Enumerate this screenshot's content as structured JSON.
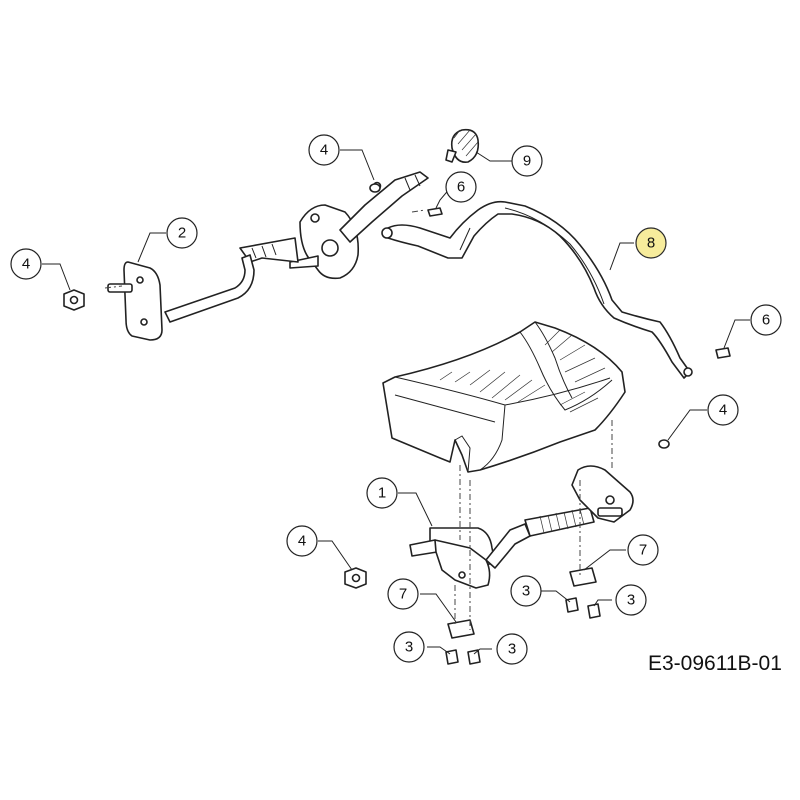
{
  "drawing_code": "E3-09611B-01",
  "colors": {
    "highlight_fill": "#f7ec9c",
    "line": "#222222"
  },
  "callouts": [
    {
      "id": "c4-top",
      "label": "4"
    },
    {
      "id": "c9",
      "label": "9"
    },
    {
      "id": "c6-top",
      "label": "6"
    },
    {
      "id": "c2",
      "label": "2"
    },
    {
      "id": "c4-left",
      "label": "4"
    },
    {
      "id": "c8",
      "label": "8"
    },
    {
      "id": "c6-right",
      "label": "6"
    },
    {
      "id": "c4-right",
      "label": "4"
    },
    {
      "id": "c1",
      "label": "1"
    },
    {
      "id": "c4-lower",
      "label": "4"
    },
    {
      "id": "c7-right",
      "label": "7"
    },
    {
      "id": "c7-left",
      "label": "7"
    },
    {
      "id": "c3-mid-left",
      "label": "3"
    },
    {
      "id": "c3-mid-right",
      "label": "3"
    },
    {
      "id": "c3-bottom-left",
      "label": "3"
    },
    {
      "id": "c3-bottom-right",
      "label": "3"
    }
  ]
}
